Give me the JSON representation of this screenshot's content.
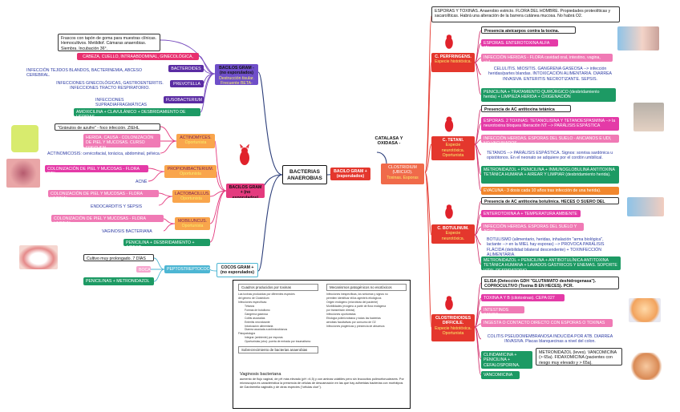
{
  "center": "BACTERIAS ANAEROBIAS",
  "catalasa": "CATALASA Y OXIDASA -",
  "left": {
    "bacilos_gram_neg": {
      "title": "BACILOS GRAM - (no esporulados)",
      "tag": "Destrucción tisular. Frecuente BETA-lactamasa."
    },
    "bacilos_gram_neg_note": "Frascos con tapón de goma para muestras clínicas. Hemocultivos. Metildtof. Cámaras anaerobias. Siembra. Incubación 36°.",
    "bacteroides_loc": "CABEZA, CUELLO, INTRAABDOMINAL, GINECOLÓGICA, PIEL",
    "bacteroides": "BACTEROIDES",
    "bacteroides_inf": "INFECCIÓN TEJIDOS BLANDOS, BACTERINEMIA, ABCESO CEREBRAL.",
    "prevotella": "PREVOTELLA",
    "prevotella_inf": "INFECCIONES GINECOLÓGICAS, GASTROENTERITIS. INFECCIONES TRACTO RESPIRATORIO.",
    "fuso": "FUSOBACTERIUM",
    "fuso_inf": "INFECCIONES SUPRADIAFRAGMÁTICAS",
    "amoxi": "AMOXICILINA + CLAVULÁNICO + DESBRIDAMIENTO DE HERIDAS",
    "bacilos_gram_pos": "BACILOS GRAM + (no esporulados)",
    "actino": "ACTINOMYCES.",
    "actino_tag": "Oportunista",
    "actino_note": "\"Gránulos de azufre\" - foco infección. ZIEHL NEELSEN -",
    "actino_loc": "HERIDA. CAUSA - COLONIZACIÓN DE PIEL Y MUCOSAS. CURSO FRECUEN",
    "actino_inf": "ACTINOMICOSIS: cervicofacial, torácica, abdominal, pélvica.",
    "propioni": "PROPIONIBACTERIUM.",
    "propioni_tag": "Oportunista",
    "propioni_loc": "COLONIZACIÓN DE PIEL Y MUCOSAS - FLORA PIEL",
    "propioni_inf": "ACNÉ",
    "lacto": "LACTOBACILLUS.",
    "lacto_tag": "Oportunista",
    "lacto_loc": "COLONIZACIÓN DE PIEL Y MUCOSAS - FLORA VAGINAL",
    "lacto_inf": "ENDOCARDITIS Y SEPSIS",
    "mobi": "MOBILUNCUS.",
    "mobi_tag": "Oportunista",
    "mobi_loc": "COLONIZACIÓN DE PIEL Y MUCOSAS - FLORA VAGINAL",
    "mobi_inf": "VAGINOSIS BACTERIANA",
    "peni_desb": "PENICILINA + DESBRIDAMIENTO + AIREAR",
    "cocos": "COCOS GRAM + (no esporulados)",
    "peptostrepto": "PEPTOSTREPTOCOCCUS",
    "pepto_note": "Cultivo muy prolongado. 7 DÍAS",
    "pepto_loc": "BOCA",
    "pepto_tx": "PENICILINAS + METRONIDAZOL"
  },
  "right": {
    "clostridium_parent": "BACILO GRAM + (esporulados)",
    "clostridium": "CLOSTRIDIUM (UBICUO).",
    "clostridium_tag": "Toxinas. Esporas",
    "top_note": "ESPORAS Y TOXINAS. Anaerobio estricto. FLORA DEL HOMBRE. Propiedades proteolíticas y sacarolíticas. Habrá una alteración de la barrera cutánea mucosa. No habrá O2.",
    "perfringens": "C. PERFRINGENS.",
    "perfringens_tag": "Especie histotóxica.",
    "pf_1": "Presencia ateicarpos contra la toxina.",
    "pf_2": "ESPORAS. ENTEROTOXINA ALFA (A).",
    "pf_3": "INFECCIÓN HERIDAS - FLORA cavidad oral, intestino, vagina, piel...",
    "pf_4": "CELULITIS. MIOSITIS. GANGRENA GASEOSA --> infección heridas/partes blandas. INTOXICACIÓN ALIMENTARIA. DIARREA INVASIVA. ENTERITIS NECROTIZANTE. SEPSIS.",
    "pf_5": "PENICILINA + TRATAMIENTO QUIRÚRGICO (desbridamiento herida) + LIMPIEZA HERIDA + OXIGENACIÓN",
    "tetani": "C. TETANI.",
    "tetani_tag": "Especie neurotóxica. Oportunista",
    "tt_1": "Presencia de AC antitoxina tetánica humana.",
    "tt_2": "ESPORAS. 2 TOXINAS: TETANOLISINA Y TETANOESPASMINA --> la neurotoxina bloquea liberación NT --> PARÁLISIS ESPÁSTICA",
    "tt_3": "INFECCIÓN HERIDAS. ESPORAS DEL SUELO - ANCIANOS E UDI, NO VACUNADOS",
    "tt_4": "TETANOS --> PARÁLISIS ESPÁSTICA. Signos: sonrisa sardónica u opistótonos. En el neonato se adquiere por el cordón umbilical.",
    "tt_5": "METRONIDAZOL + PENICILINA + INMUNOGLOBULINA ANTITOXINA TETÁNICA HUMANA + AIREAR Y LIMPIAR (desbridamiento herida).",
    "tt_6": "EVACUNA - 3 dosis cada 10 años tras infección de una herida).",
    "botulinum": "C. BOTULINUM.",
    "botulinum_tag": "Especie neurotóxica.",
    "bt_1": "Presencia de AC antitoxina botulínica. HECES O SUERO DEL PACIENTE.",
    "bt_2": "ENTEROTOXINA A + TEMPERATURA AMBIENTE",
    "bt_3": "INFECCIÓN HERIDAS. ESPORAS DEL SUELO Y AGUA",
    "bt_4": "BOTULISMO (alimentario, heridas, inhalación \"arma biológica\", lactante --> en la MIEL hay esporas) --> PROVOCA PARÁLISIS FLÁCIDA (debilidad bilateral descendente) + TOXINFECCIÓN ALIMENTARIA.",
    "bt_5": "METRONIDAZOL + PENICILINA + ANTIBOTULÍNICA ANTITOXINA TETÁNICA HUMANA + LAVADOS GÁSTRICOS Y ENEMAS. SOPORTE VITAL RESPIRATORIO",
    "difficile": "CLOSTRIDIOIDES DIFFICILE.",
    "difficile_tag": "Especie histotóxica. Oportunista",
    "df_1": "ELISA (Detección GDH \"GLUTAMATO deshidrogenasa\"). COPROCULTIVO (Toxina B EN HECES). PCR.",
    "df_2": "TOXINA A Y B (citotoxinas). CEPA 027",
    "df_3": "INTESTINOS SANOS",
    "df_4": "INGESTA O CONTACTO DIRECTO CON ESPORAS O TOXINAS",
    "df_5": "COLITIS PSEUDOMEMBRANOSA INDUCIDA POR ATB. DIARREA INVASIVA. Placas blanquecinas a nivel del colon.",
    "df_6": "CLINDAMICINA + PENICILINA + CEFALOSPORINA.",
    "df_6_note": "METRONIDAZOL (leves). VANCOMICINA (> 65a). FIDAXOMICINA (pacientes con riesgo muy elevado y > 65a).",
    "df_7": "VANCOMICINA"
  },
  "table": {
    "left_header": "Cuadros producidos por toxinas",
    "left_items": [
      "Las toxinas producidas por diferentes especies",
      "del género de Clostridium",
      "Infecciones específicas:",
      "Tétanos",
      "Formas de botulismo",
      "Gangrena gaseosa",
      "Colitis asociadas",
      "Enteritis necrotizante",
      "Intoxicación alimentaria",
      "Diarrea asociada a antimicrobianos",
      "Fisiopatología",
      "Integrar (ambiente) por esporas",
      "Oportunistas (otro): puerta de entrada por traumatismo"
    ],
    "right_header": "Mecanismos patogénicos no esotóxicos",
    "right_items": [
      "Infecciones inespecíficas, los síntomas y signos no",
      "permiten identificar el/los agente/s etiológicos",
      "Origen endógeno (microbiota del paciente)",
      "Morbilidades (exógeno a partir de flora endógena",
      "por transmisión directa)",
      "Infecciones oportunistas",
      "Etiología polimicrobiana y todas las bacterias",
      "aerobias facultativas por consumo de O2",
      "Infecciones piogénicas y presencia de abscesos"
    ],
    "bottom_header": "Sobrecrecimiento de bacterias anaerobias",
    "vag_title": "Vaginosis bacteriana",
    "vag_text": "aumento de flujo vaginal, de pH más elevado (pH >4,5) y con aminas volátiles pero sin leucocitos polimorfonucleares. Por microscopía es característica la presencia de células de descamación en las que hay adheridas bacterias con morfotipos de Gardnerella vaginalis y de otras especies (\"células clue\")."
  }
}
